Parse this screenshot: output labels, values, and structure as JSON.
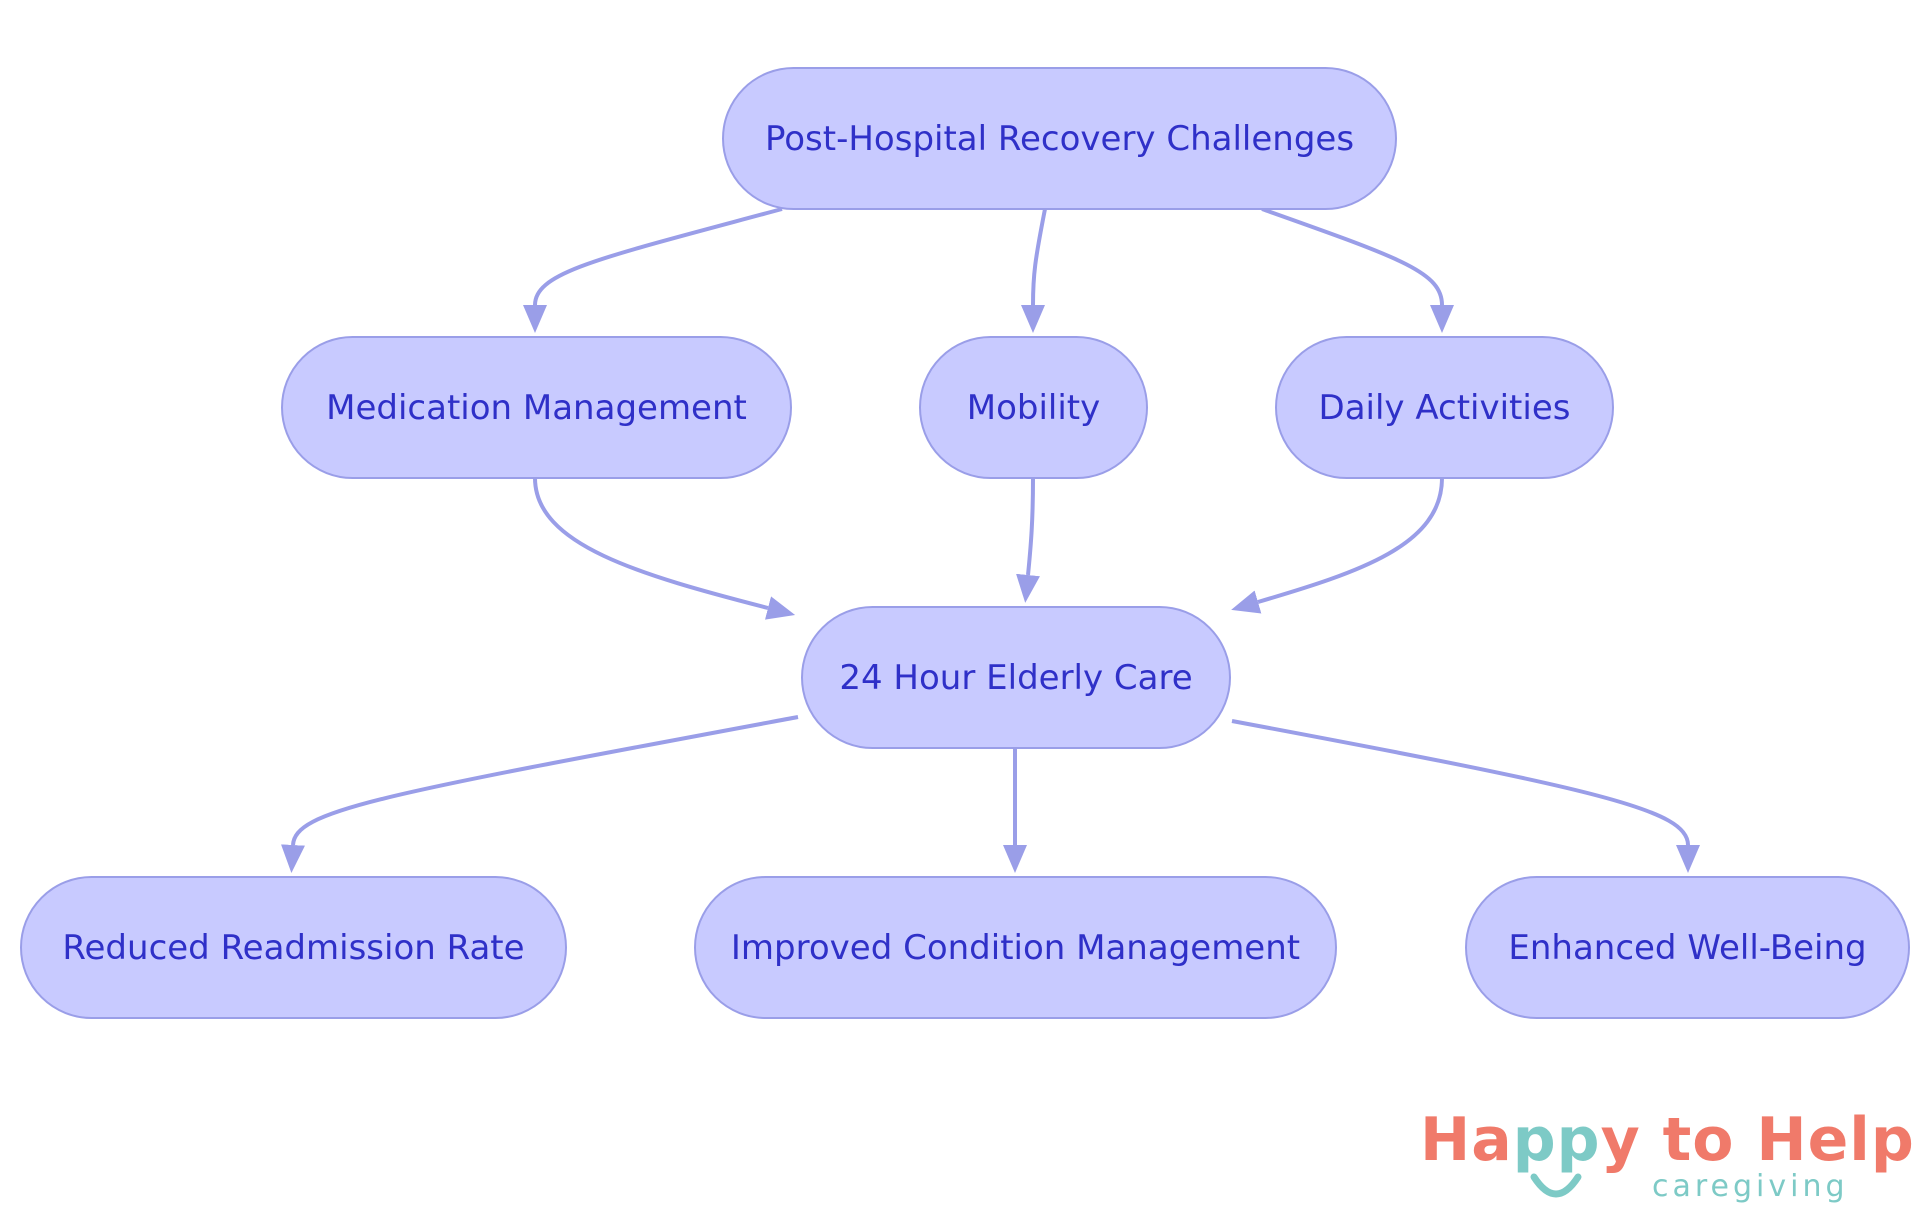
{
  "diagram": {
    "nodes": {
      "root": {
        "label": "Post-Hospital Recovery Challenges"
      },
      "medication": {
        "label": "Medication Management"
      },
      "mobility": {
        "label": "Mobility"
      },
      "daily": {
        "label": "Daily Activities"
      },
      "care": {
        "label": "24 Hour Elderly Care"
      },
      "readmission": {
        "label": "Reduced Readmission Rate"
      },
      "condition": {
        "label": "Improved Condition Management"
      },
      "wellbeing": {
        "label": "Enhanced Well-Being"
      }
    },
    "edges": [
      {
        "from": "root",
        "to": "medication"
      },
      {
        "from": "root",
        "to": "mobility"
      },
      {
        "from": "root",
        "to": "daily"
      },
      {
        "from": "medication",
        "to": "care"
      },
      {
        "from": "mobility",
        "to": "care"
      },
      {
        "from": "daily",
        "to": "care"
      },
      {
        "from": "care",
        "to": "readmission"
      },
      {
        "from": "care",
        "to": "condition"
      },
      {
        "from": "care",
        "to": "wellbeing"
      }
    ],
    "colors": {
      "node_fill": "#c8caff",
      "node_border": "#9a9ee8",
      "node_text": "#2f30c8",
      "edge": "#9a9ee8"
    }
  },
  "logo": {
    "name_part1": "Ha",
    "name_part2": "pp",
    "name_part3": "y to Help",
    "tagline": "caregiving",
    "colors": {
      "primary": "#f07a6a",
      "secondary": "#7dcac6"
    }
  }
}
